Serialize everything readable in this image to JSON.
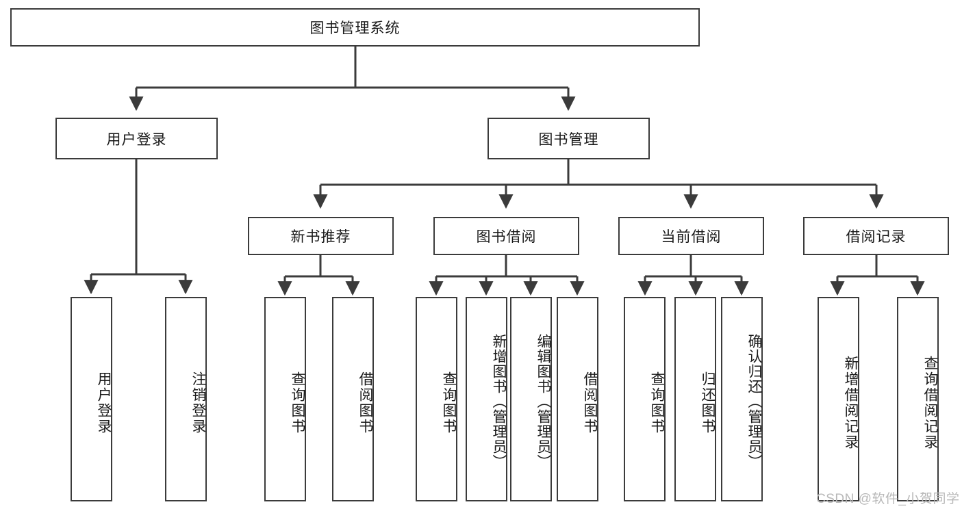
{
  "diagram": {
    "type": "tree-hierarchy",
    "title": "图书管理系统",
    "root": {
      "label": "图书管理系统",
      "orientation": "horizontal"
    },
    "level2": [
      {
        "label": "用户登录",
        "orientation": "horizontal"
      },
      {
        "label": "图书管理",
        "orientation": "horizontal"
      }
    ],
    "level3": [
      {
        "label": "新书推荐",
        "orientation": "horizontal"
      },
      {
        "label": "图书借阅",
        "orientation": "horizontal"
      },
      {
        "label": "当前借阅",
        "orientation": "horizontal"
      },
      {
        "label": "借阅记录",
        "orientation": "horizontal"
      }
    ],
    "leaves": {
      "user_login": [
        {
          "label": "用户登录",
          "orientation": "vertical"
        },
        {
          "label": "注销登录",
          "orientation": "vertical"
        }
      ],
      "new_book_recommend": [
        {
          "label": "查询图书",
          "orientation": "vertical"
        },
        {
          "label": "借阅图书",
          "orientation": "vertical"
        }
      ],
      "book_borrow": [
        {
          "label": "查询图书",
          "orientation": "vertical"
        },
        {
          "label": "新增图书（管理员）",
          "orientation": "vertical"
        },
        {
          "label": "编辑图书（管理员）",
          "orientation": "vertical"
        },
        {
          "label": "借阅图书",
          "orientation": "vertical"
        }
      ],
      "current_borrow": [
        {
          "label": "查询图书",
          "orientation": "vertical"
        },
        {
          "label": "归还图书",
          "orientation": "vertical"
        },
        {
          "label": "确认归还（管理员）",
          "orientation": "vertical"
        }
      ],
      "borrow_record": [
        {
          "label": "新增借阅记录",
          "orientation": "vertical"
        },
        {
          "label": "查询借阅记录",
          "orientation": "vertical"
        }
      ]
    }
  },
  "watermark": {
    "text": "CSDN @软件_小贺同学"
  },
  "colors": {
    "stroke": "#3b3b3b",
    "background": "#ffffff",
    "text": "#1a1a1a",
    "watermark": "#b8b8b8"
  }
}
